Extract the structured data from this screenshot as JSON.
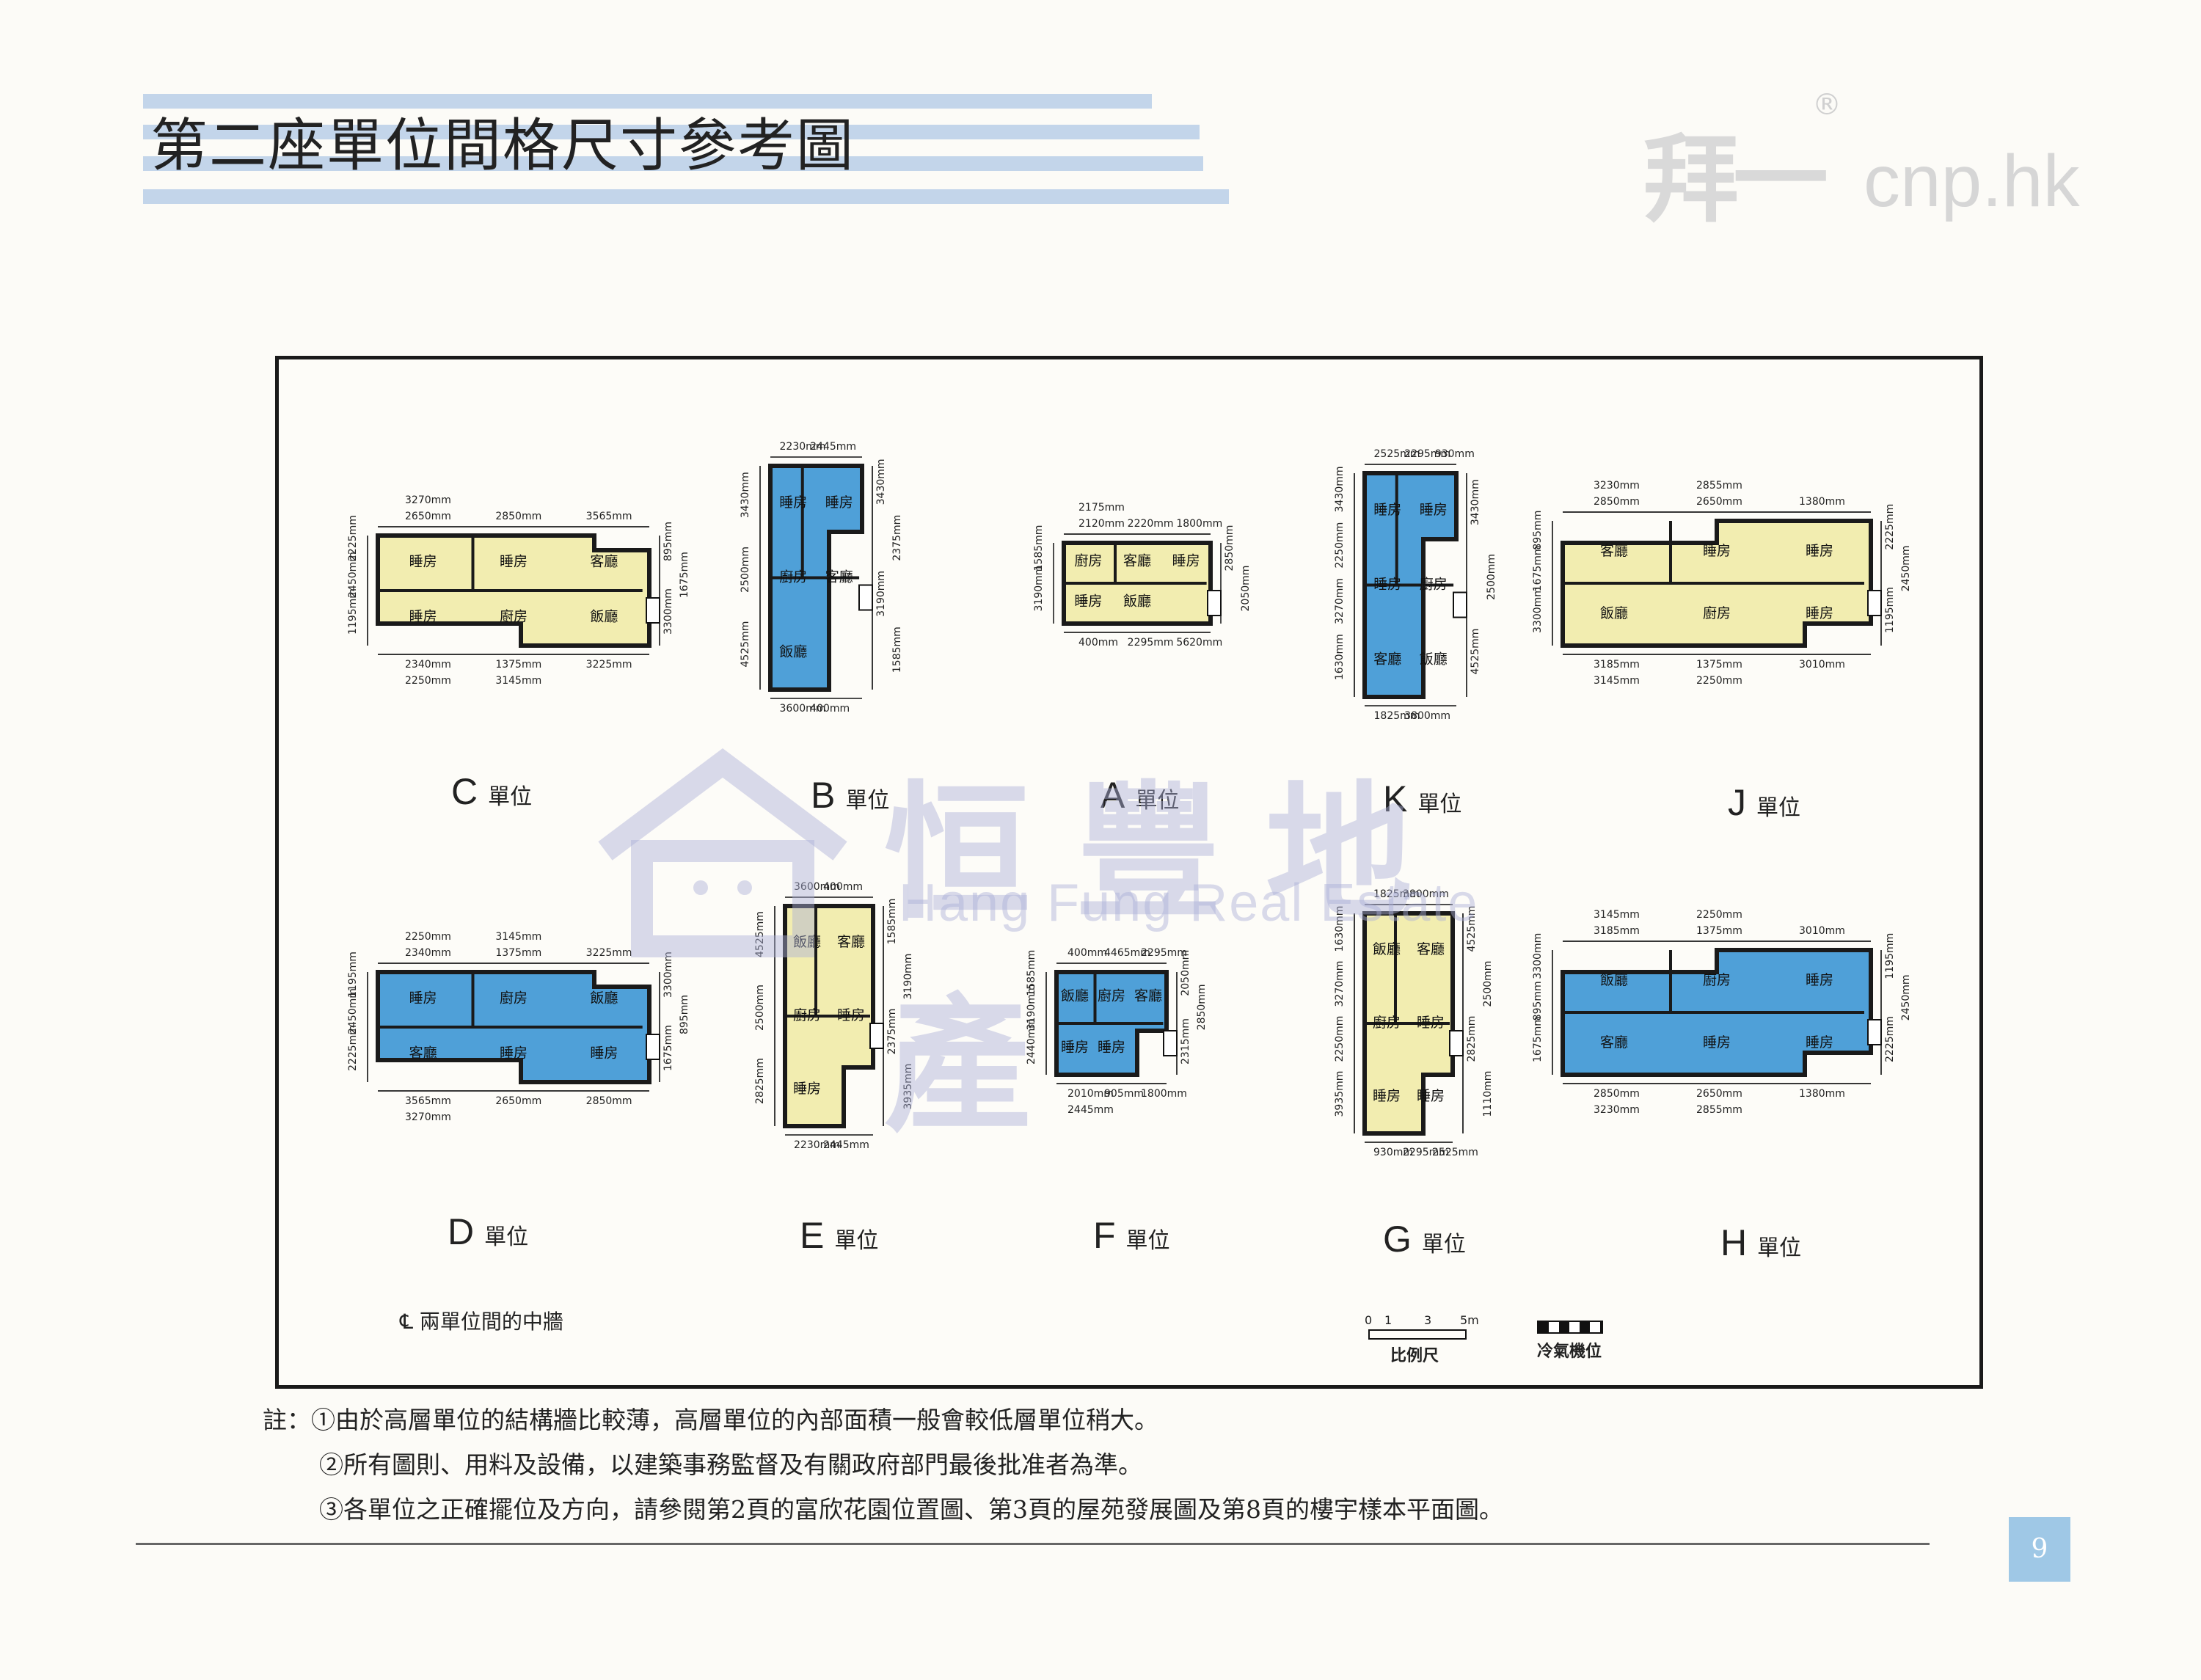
{
  "header": {
    "title": "第二座單位間格尺寸參考圖",
    "stripe_color": "#c3d5ea"
  },
  "logo": {
    "script": "拜一",
    "registered": "®",
    "url": "cnp.hk"
  },
  "watermark": {
    "chinese": "恒豐地產",
    "english": "Hang Fung Real Estate"
  },
  "colors": {
    "blue": "#4fa0d8",
    "cream": "#f2edb0",
    "wall": "#1a1a1a"
  },
  "units": [
    {
      "id": "C",
      "letter": "C",
      "suffix": "單位",
      "fill": "cream",
      "dims_top": [
        "2650mm",
        "2850mm",
        "3565mm",
        "3270mm"
      ],
      "dims_bottom": [
        "2340mm",
        "1375mm",
        "3225mm",
        "2250mm",
        "3145mm"
      ],
      "dims_left": [
        "2225mm",
        "2450mm",
        "1195mm"
      ],
      "dims_right": [
        "895mm",
        "1675mm",
        "3300mm"
      ],
      "rooms": [
        "睡房",
        "睡房",
        "客廳",
        "睡房",
        "廚房",
        "飯廳"
      ]
    },
    {
      "id": "B",
      "letter": "B",
      "suffix": "單位",
      "fill": "blue",
      "dims_top": [
        "2230mm",
        "2445mm"
      ],
      "dims_bottom": [
        "3600mm",
        "400mm"
      ],
      "dims_left": [
        "3430mm",
        "2500mm",
        "4525mm"
      ],
      "dims_right": [
        "3430mm",
        "2375mm",
        "3190mm",
        "1585mm"
      ],
      "rooms": [
        "睡房",
        "睡房",
        "廚房",
        "客廳",
        "飯廳"
      ]
    },
    {
      "id": "A",
      "letter": "A",
      "suffix": "單位",
      "fill": "cream",
      "dims_top": [
        "2120mm",
        "2220mm",
        "1800mm",
        "2175mm"
      ],
      "dims_bottom": [
        "400mm",
        "2295mm",
        "5620mm"
      ],
      "dims_left": [
        "1585mm",
        "3190mm"
      ],
      "dims_right": [
        "2850mm",
        "2050mm"
      ],
      "rooms": [
        "廚房",
        "客廳",
        "睡房",
        "睡房",
        "飯廳"
      ]
    },
    {
      "id": "K",
      "letter": "K",
      "suffix": "單位",
      "fill": "blue",
      "dims_top": [
        "2525mm",
        "2295mm",
        "930mm"
      ],
      "dims_bottom": [
        "1825mm",
        "3800mm"
      ],
      "dims_left": [
        "3430mm",
        "2250mm",
        "3270mm",
        "1630mm"
      ],
      "dims_right": [
        "3430mm",
        "2500mm",
        "4525mm"
      ],
      "rooms": [
        "睡房",
        "睡房",
        "睡房",
        "廚房",
        "客廳",
        "飯廳"
      ]
    },
    {
      "id": "J",
      "letter": "J",
      "suffix": "單位",
      "fill": "cream",
      "dims_top": [
        "2850mm",
        "2650mm",
        "1380mm",
        "3230mm",
        "2855mm"
      ],
      "dims_bottom": [
        "3185mm",
        "1375mm",
        "3010mm",
        "3145mm",
        "2250mm"
      ],
      "dims_left": [
        "895mm",
        "1675mm",
        "3300mm"
      ],
      "dims_right": [
        "2225mm",
        "2450mm",
        "1195mm"
      ],
      "rooms": [
        "客廳",
        "睡房",
        "睡房",
        "飯廳",
        "廚房",
        "睡房"
      ]
    },
    {
      "id": "D",
      "letter": "D",
      "suffix": "單位",
      "fill": "blue",
      "dims_top": [
        "2340mm",
        "1375mm",
        "3225mm",
        "2250mm",
        "3145mm"
      ],
      "dims_bottom": [
        "3565mm",
        "2650mm",
        "2850mm",
        "3270mm"
      ],
      "dims_left": [
        "1195mm",
        "2450mm",
        "2225mm"
      ],
      "dims_right": [
        "3300mm",
        "895mm",
        "1675mm"
      ],
      "rooms": [
        "睡房",
        "廚房",
        "飯廳",
        "客廳",
        "睡房",
        "睡房"
      ]
    },
    {
      "id": "E",
      "letter": "E",
      "suffix": "單位",
      "fill": "cream",
      "dims_top": [
        "3600mm",
        "400mm"
      ],
      "dims_bottom": [
        "2230mm",
        "2445mm"
      ],
      "dims_left": [
        "4525mm",
        "2500mm",
        "2825mm"
      ],
      "dims_right": [
        "1585mm",
        "3190mm",
        "2375mm",
        "3935mm"
      ],
      "rooms": [
        "飯廳",
        "客廳",
        "廚房",
        "睡房",
        "睡房"
      ]
    },
    {
      "id": "F",
      "letter": "F",
      "suffix": "單位",
      "fill": "blue",
      "dims_top": [
        "400mm",
        "4465mm",
        "2295mm"
      ],
      "dims_bottom": [
        "2010mm",
        "905mm",
        "1800mm",
        "2445mm"
      ],
      "dims_left": [
        "1585mm",
        "3190mm",
        "2440mm"
      ],
      "dims_right": [
        "2050mm",
        "2850mm",
        "2315mm"
      ],
      "rooms": [
        "飯廳",
        "廚房",
        "客廳",
        "睡房",
        "睡房"
      ]
    },
    {
      "id": "G",
      "letter": "G",
      "suffix": "單位",
      "fill": "cream",
      "dims_top": [
        "1825mm",
        "3800mm"
      ],
      "dims_bottom": [
        "930mm",
        "2295mm",
        "2525mm"
      ],
      "dims_left": [
        "1630mm",
        "3270mm",
        "2250mm",
        "3935mm"
      ],
      "dims_right": [
        "4525mm",
        "2500mm",
        "2825mm",
        "1110mm"
      ],
      "rooms": [
        "飯廳",
        "客廳",
        "廚房",
        "睡房",
        "睡房",
        "睡房"
      ]
    },
    {
      "id": "H",
      "letter": "H",
      "suffix": "單位",
      "fill": "blue",
      "dims_top": [
        "3185mm",
        "1375mm",
        "3010mm",
        "3145mm",
        "2250mm"
      ],
      "dims_bottom": [
        "2850mm",
        "2650mm",
        "1380mm",
        "3230mm",
        "2855mm"
      ],
      "dims_left": [
        "3300mm",
        "895mm",
        "1675mm"
      ],
      "dims_right": [
        "1195mm",
        "2450mm",
        "2225mm"
      ],
      "rooms": [
        "飯廳",
        "廚房",
        "睡房",
        "客廳",
        "睡房",
        "睡房"
      ]
    }
  ],
  "legend": {
    "centerline_symbol": "℄",
    "centerline_text": "兩單位間的中牆",
    "scale_ticks": [
      "0",
      "1",
      "3",
      "5m"
    ],
    "scale_label": "比例尺",
    "ac_label": "冷氣機位"
  },
  "notes": {
    "prefix": "註：",
    "items": [
      "①由於高層單位的結構牆比較薄，高層單位的內部面積一般會較低層單位稍大。",
      "②所有圖則、用料及設備，以建築事務監督及有關政府部門最後批准者為準。",
      "③各單位之正確擺位及方向，請參閱第2頁的富欣花園位置圖、第3頁的屋苑發展圖及第8頁的樓宇樣本平面圖。"
    ]
  },
  "page_number": "9"
}
